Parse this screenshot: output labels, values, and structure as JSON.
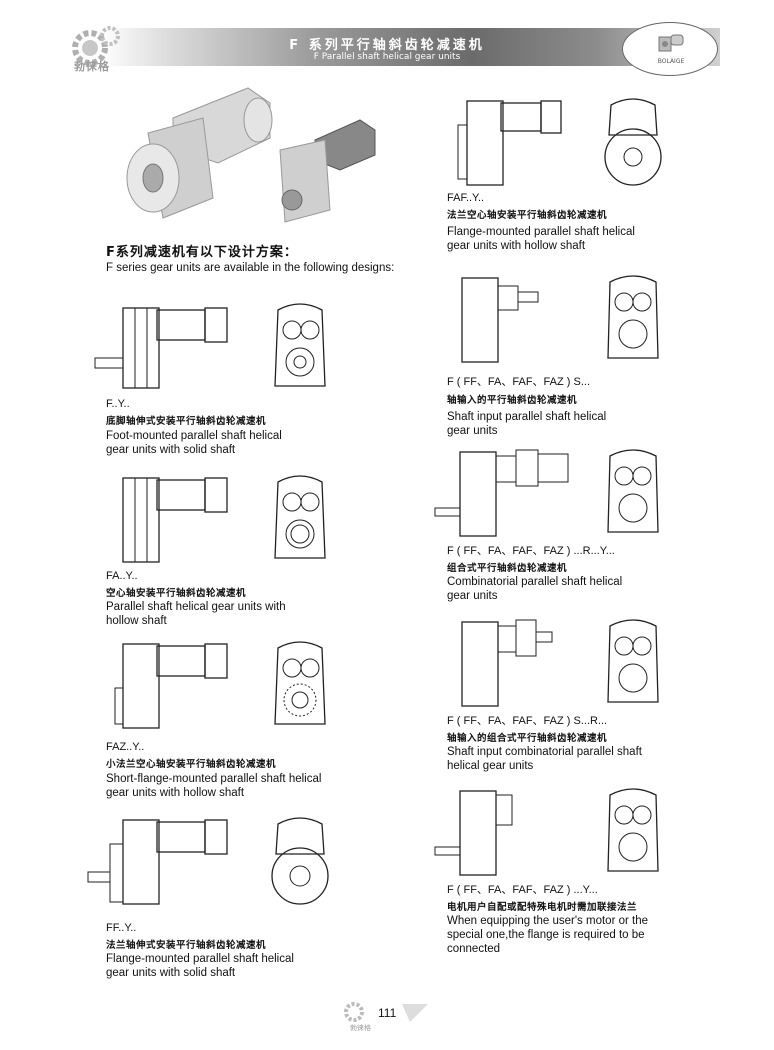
{
  "header": {
    "title_cn": "F 系列平行轴斜齿轮减速机",
    "title_en": "F Parallel shaft helical gear units",
    "brand_cn": "勃徕格",
    "brand_en": "BOLAIGE"
  },
  "intro": {
    "title_cn": "F系列减速机有以下设计方案：",
    "title_en": "F series gear units are available in the following designs:"
  },
  "designs_left": [
    {
      "code": "F..Y..",
      "cn": "底脚轴伸式安装平行轴斜齿轮减速机",
      "en": [
        "Foot-mounted parallel shaft helical",
        "gear units with solid shaft"
      ]
    },
    {
      "code": "FA..Y..",
      "cn": "空心轴安装平行轴斜齿轮减速机",
      "en": [
        "Parallel shaft helical gear units with",
        "hollow shaft"
      ]
    },
    {
      "code": "FAZ..Y..",
      "cn": "小法兰空心轴安装平行轴斜齿轮减速机",
      "en": [
        "Short-flange-mounted parallel shaft helical",
        "gear units with hollow shaft"
      ]
    },
    {
      "code": "FF..Y..",
      "cn": "法兰轴伸式安装平行轴斜齿轮减速机",
      "en": [
        "Flange-mounted parallel shaft helical",
        "gear units with solid shaft"
      ]
    }
  ],
  "designs_right": [
    {
      "code": "FAF..Y..",
      "cn": "法兰空心轴安装平行轴斜齿轮减速机",
      "en": [
        "Flange-mounted parallel shaft helical",
        "gear units with hollow shaft"
      ]
    },
    {
      "code": "F ( FF、FA、FAF、FAZ ) S...",
      "cn": "轴输入的平行轴斜齿轮减速机",
      "en": [
        "Shaft input parallel shaft helical",
        "gear units"
      ]
    },
    {
      "code": "F ( FF、FA、FAF、FAZ ) ...R...Y...",
      "cn": "组合式平行轴斜齿轮减速机",
      "en": [
        "Combinatorial parallel shaft helical",
        "gear units"
      ]
    },
    {
      "code": "F ( FF、FA、FAF、FAZ ) S...R...",
      "cn": "轴输入的组合式平行轴斜齿轮减速机",
      "en": [
        "Shaft input combinatorial parallel shaft",
        "helical gear units"
      ]
    },
    {
      "code": "F ( FF、FA、FAF、FAZ ) ...Y...",
      "cn": "电机用户自配或配特殊电机时需加联接法兰",
      "en": [
        "When equipping the user's motor or the",
        "special one,the flange is required to be",
        "connected"
      ]
    }
  ],
  "footer": {
    "page_number": "111",
    "brand_cn": "勃徕格"
  }
}
